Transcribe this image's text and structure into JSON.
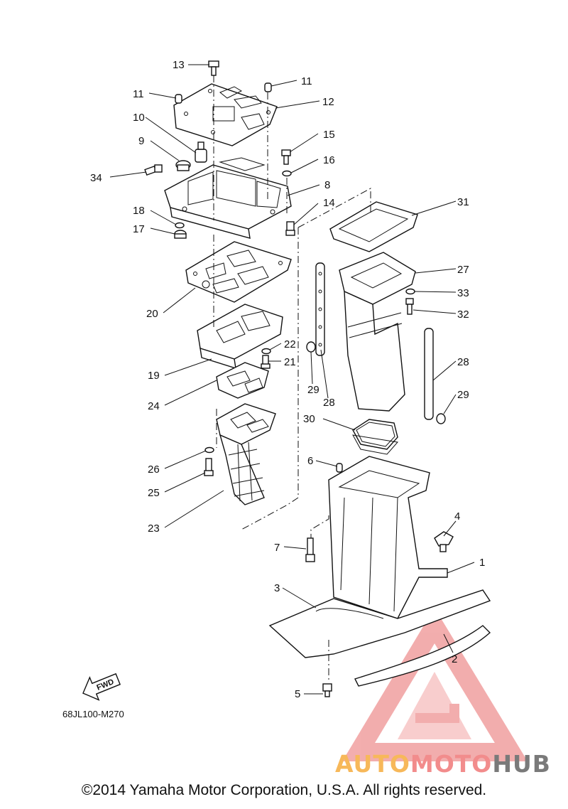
{
  "diagram": {
    "part_code": "68JL100-M270",
    "fwd_label": "FWD",
    "copyright": "©2014 Yamaha Motor Corporation, U.S.A. All rights reserved."
  },
  "callouts": [
    "1",
    "2",
    "3",
    "4",
    "5",
    "6",
    "7",
    "8",
    "9",
    "10",
    "11",
    "11",
    "12",
    "13",
    "14",
    "15",
    "16",
    "17",
    "18",
    "19",
    "20",
    "21",
    "22",
    "23",
    "24",
    "25",
    "26",
    "27",
    "28",
    "28",
    "29",
    "29",
    "30",
    "31",
    "32",
    "33",
    "34"
  ],
  "watermark": {
    "part1": "AUTO",
    "part2": "MOTO",
    "part3": "HUB",
    "color1": "#f7b85a",
    "color2": "#f28c8c",
    "color3": "#7a7a7a"
  }
}
